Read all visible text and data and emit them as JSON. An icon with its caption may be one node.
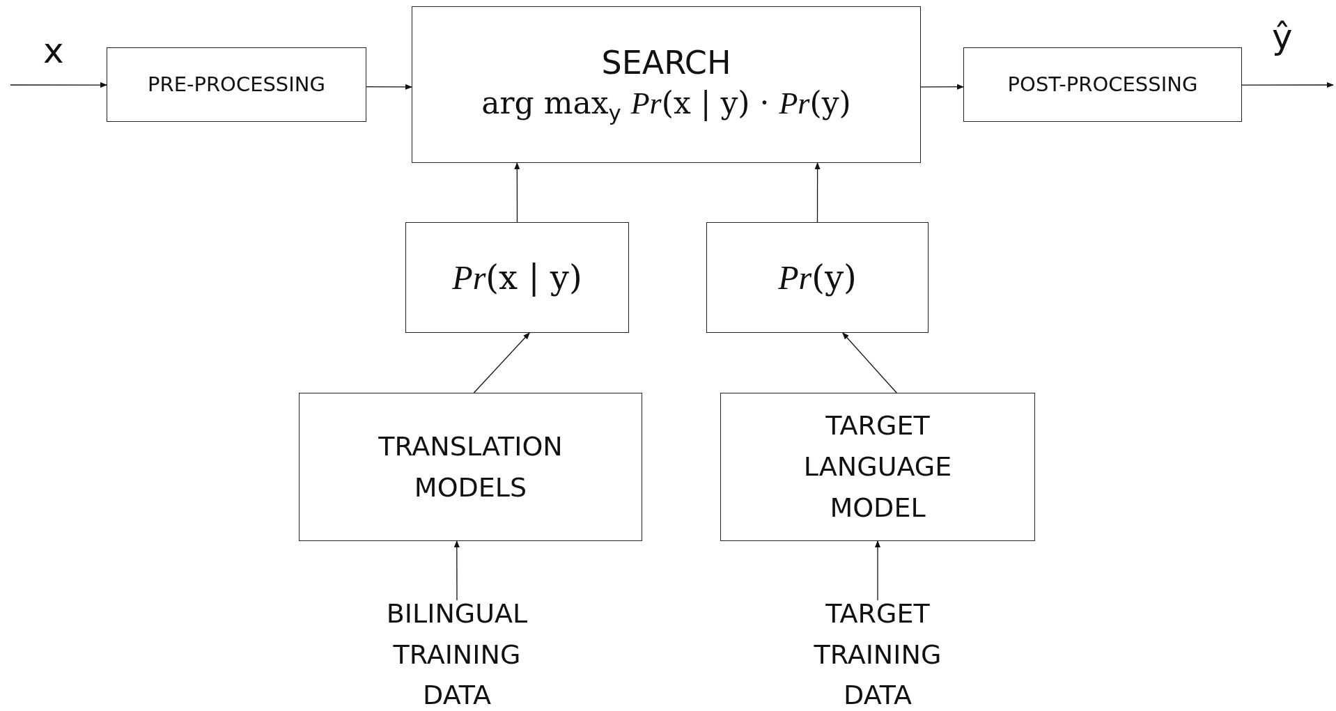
{
  "diagram": {
    "nodes": [
      {
        "text": [
          "PRE-PROCESSING"
        ]
      },
      {
        "text": [
          "SEARCH",
          "arg max$_{y}$ *Pr*(x | y) · *Pr*(y)"
        ]
      },
      {
        "text": [
          "POST-PROCESSING"
        ]
      },
      {
        "text": [
          "*Pr*(x | y)"
        ]
      },
      {
        "text": [
          "*Pr*(y)"
        ]
      },
      {
        "text": [
          "TRANSLATION MODELS"
        ]
      },
      {
        "text": [
          "TARGET LANGUAGE MODEL"
        ]
      },
      {
        "text": [
          "BILINGUAL TRAINING DATA"
        ]
      },
      {
        "text": [
          "TARGET TRAINING DATA"
        ]
      }
    ],
    "edges": [
      {
        "from": null,
        "to": 0,
        "arrow": "to"
      },
      {
        "from": 0,
        "to": 1,
        "arrow": "to"
      },
      {
        "from": 1,
        "to": 2,
        "arrow": "to"
      },
      {
        "from": 2,
        "to": null,
        "arrow": "to"
      },
      {
        "from": 3,
        "to": 1,
        "arrow": "to"
      },
      {
        "from": 4,
        "to": 1,
        "arrow": "to"
      },
      {
        "from": 5,
        "to": 3,
        "arrow": "to"
      },
      {
        "from": 6,
        "to": 4,
        "arrow": "to"
      },
      {
        "from": 7,
        "to": 5,
        "arrow": "to"
      },
      {
        "from": 8,
        "to": 6,
        "arrow": "to"
      }
    ],
    "labels": [
      "x",
      "ŷ"
    ]
  }
}
